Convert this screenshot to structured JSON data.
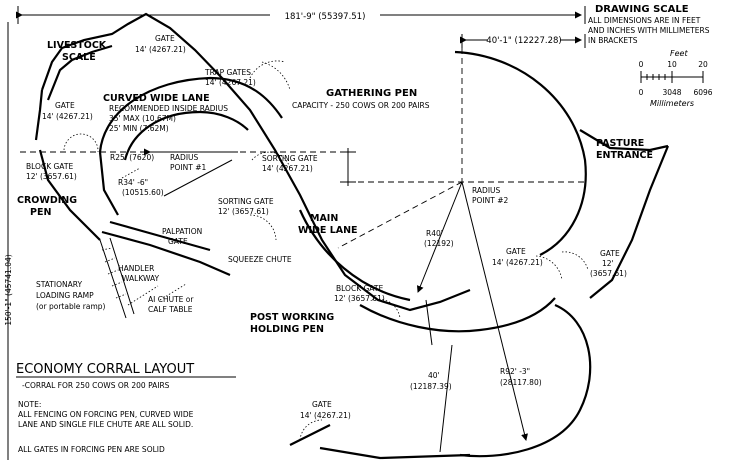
{
  "dimensions": {
    "overall_width": "181'-9\" (55397.51)",
    "overall_height": "150'-1\" (45741.04)",
    "right_offset": "40'-1\" (12227.28)"
  },
  "drawing_scale": {
    "title": "DRAWING SCALE",
    "note_lines": [
      "ALL DIMENSIONS ARE IN FEET",
      "AND INCHES WITH MILLIMETERS",
      "IN BRACKETS"
    ],
    "feet_label": "Feet",
    "feet_ticks": [
      "0",
      "10",
      "20"
    ],
    "mm_ticks": [
      "0",
      "3048",
      "6096"
    ],
    "mm_label": "Millimeters"
  },
  "areas": {
    "livestock_scale": [
      "LIVESTOCK",
      "SCALE"
    ],
    "curved_wide_lane": "CURVED WIDE LANE",
    "gathering_pen": "GATHERING PEN",
    "gathering_capacity": "CAPACITY - 250 COWS OR 200 PAIRS",
    "pasture_entrance": [
      "PASTURE",
      "ENTRANCE"
    ],
    "crowding_pen": [
      "CROWDING",
      "PEN"
    ],
    "main_wide_lane": [
      "MAIN",
      "WIDE LANE"
    ],
    "post_working": [
      "POST WORKING",
      "HOLDING PEN"
    ]
  },
  "labels": {
    "recommended_radius": [
      "RECOMMENDED INSIDE RADIUS",
      "35' MAX (10.67M)",
      "25' MIN (7.62M)"
    ],
    "gate_top": [
      "GATE",
      "14' (4267.21)"
    ],
    "trap_gates": [
      "TRAP GATES",
      "14' (4267.21)"
    ],
    "gate_left": [
      "GATE",
      "14' (4267.21)"
    ],
    "block_gate_left": [
      "BLOCK GATE",
      "12' (3657.61)"
    ],
    "r25": "R25' (7620)",
    "radius_point_1": [
      "RADIUS",
      "POINT #1"
    ],
    "sorting_gate_14": [
      "SORTING GATE",
      "14' (4267.21)"
    ],
    "radius_point_2": [
      "RADIUS",
      "POINT #2"
    ],
    "r34": [
      "R34' -6\"",
      "(10515.60)"
    ],
    "sorting_gate_12": [
      "SORTING GATE",
      "12' (3657.61)"
    ],
    "palpation_gate": [
      "PALPATION",
      "GATE"
    ],
    "squeeze_chute": "SQUEEZE CHUTE",
    "handler_walkway": [
      "HANDLER",
      "WALKWAY"
    ],
    "stationary_ramp": [
      "STATIONARY",
      "LOADING RAMP",
      "(or portable ramp)"
    ],
    "ai_chute": [
      "AI CHUTE or",
      "CALF TABLE"
    ],
    "r40_upper": [
      "R40'",
      "(12192)"
    ],
    "gate_right_mid": [
      "GATE",
      "14' (4267.21)"
    ],
    "gate_right_12": [
      "GATE",
      "12'",
      "(3657.61)"
    ],
    "block_gate_mid": [
      "BLOCK GATE",
      "12' (3657.61)"
    ],
    "r40_lower": [
      "40'",
      "(12187.39)"
    ],
    "r92": [
      "R92' -3\"",
      "(28117.80)"
    ],
    "gate_bottom": [
      "GATE",
      "14' (4267.21)"
    ]
  },
  "legend": {
    "title": "ECONOMY CORRAL LAYOUT",
    "subtitle": "-CORRAL FOR 250 COWS OR 200 PAIRS",
    "note_head": "NOTE:",
    "note_lines": [
      "ALL FENCING ON FORCING PEN, CURVED WIDE",
      "LANE AND SINGLE FILE CHUTE ARE ALL SOLID."
    ],
    "gates_note": "ALL GATES IN FORCING PEN ARE SOLID"
  }
}
